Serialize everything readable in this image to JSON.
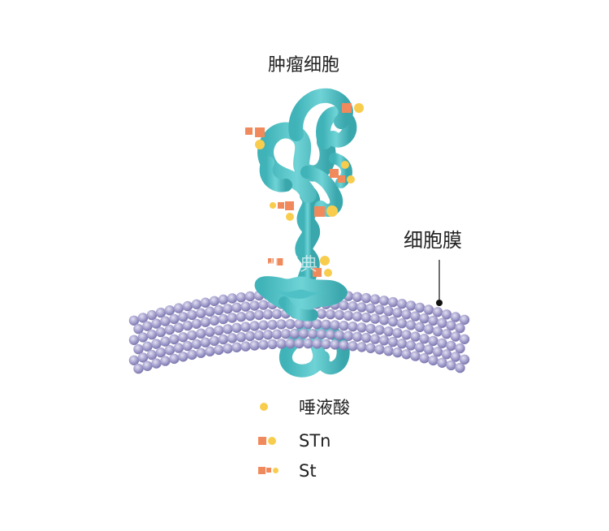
{
  "title": "肿瘤细胞",
  "membrane_label": "细胞膜",
  "watermark": "腾讯医典",
  "legend": [
    {
      "label": "唾液酸",
      "icon": "sialic-acid-icon"
    },
    {
      "label": "STn",
      "icon": "stn-icon"
    },
    {
      "label": "St",
      "icon": "st-icon"
    }
  ],
  "colors": {
    "protein": "#4fc1c6",
    "protein_dark": "#2a9aa0",
    "membrane_bead": "#9d99c8",
    "square": "#f08a5d",
    "dot": "#f8cd4e"
  }
}
